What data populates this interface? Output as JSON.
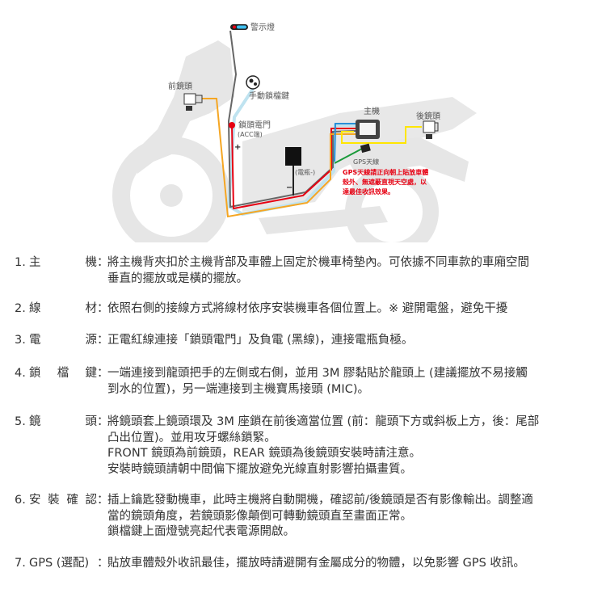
{
  "diagram": {
    "labels": {
      "warning_light": "警示燈",
      "front_camera": "前鏡頭",
      "manual_lock_key": "手動鎖檔鍵",
      "ignition": "鎖頭電門",
      "acc": "(ACC端)",
      "plus": "+",
      "battery_negative": "(電瓶-)",
      "minus": "−",
      "main_unit": "主機",
      "rear_camera": "後鏡頭",
      "gps_antenna": "GPS天線"
    },
    "gps_note": [
      "GPS天線請正向朝上貼放車體",
      "殼外、無遮蔽直視天空處，以",
      "達最佳收訊效果。"
    ],
    "colors": {
      "red": "#e60012",
      "gray": "#666666",
      "lightblue": "#bfe3f0",
      "blue": "#2a8fd6",
      "orange": "#f5a623",
      "yellow": "#ffe600",
      "green": "#1a9a3a",
      "silhouette": "#e6e6e6"
    }
  },
  "items": [
    {
      "num": "1.",
      "key": [
        "主",
        "機"
      ],
      "lines": [
        "將主機背夾扣於主機背部及車體上固定於機車椅墊內。可依據不同車款的車廂空間",
        "垂直的擺放或是橫的擺放。"
      ]
    },
    {
      "num": "2.",
      "key": [
        "線",
        "材"
      ],
      "lines": [
        "依照右側的接線方式將線材依序安裝機車各個位置上。※ 避開電盤，避免干擾"
      ]
    },
    {
      "num": "3.",
      "key": [
        "電",
        "源"
      ],
      "lines": [
        "正電紅線連接「鎖頭電門」及負電 (黑線)，連接電瓶負極。"
      ]
    },
    {
      "num": "4.",
      "key": [
        "鎖",
        "檔",
        "鍵"
      ],
      "lines": [
        "一端連接到龍頭把手的左側或右側，並用 3M 膠黏貼於龍頭上 (建議擺放不易接觸",
        "到水的位置)，另一端連接到主機寶馬接頭 (MIC)。"
      ]
    },
    {
      "num": "5.",
      "key": [
        "鏡",
        "頭"
      ],
      "lines": [
        "將鏡頭套上鏡頭環及 3M 座鎖在前後適當位置 (前：龍頭下方或斜板上方，後：尾部",
        "凸出位置)。並用攻牙螺絲鎖緊。",
        "FRONT 鏡頭為前鏡頭，REAR 鏡頭為後鏡頭安裝時請注意。",
        "安裝時鏡頭請朝中間偏下擺放避免光線直射影響拍攝畫質。"
      ]
    },
    {
      "num": "6.",
      "key": [
        "安",
        "裝",
        "確",
        "認"
      ],
      "lines": [
        "插上鑰匙發動機車，此時主機將自動開機，確認前/後鏡頭是否有影像輸出。調整適",
        "當的鏡頭角度，若鏡頭影像顛倒可轉動鏡頭直至畫面正常。",
        "鎖檔鍵上面燈號亮起代表電源開啟。"
      ]
    },
    {
      "num": "7.",
      "key": [
        "GPS (選配)"
      ],
      "lines": [
        "貼放車體殼外收訊最佳，擺放時請避開有金屬成分的物體，以免影響 GPS 收訊。"
      ]
    }
  ],
  "colon": "："
}
